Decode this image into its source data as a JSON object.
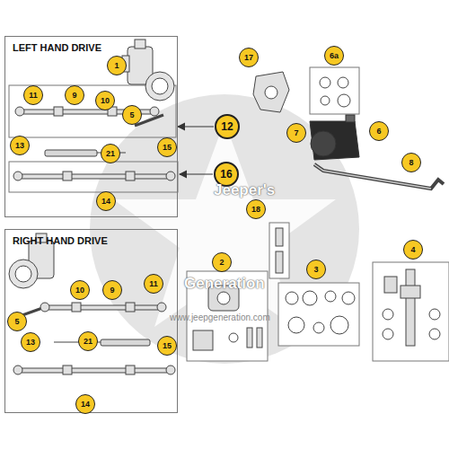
{
  "diagram": {
    "nodes": [
      {
        "text": [
          "LEFT HAND DRIVE"
        ]
      },
      {
        "text": [
          "RIGHT HAND DRIVE"
        ]
      }
    ],
    "labels": [
      "1",
      "11",
      "9",
      "10",
      "5",
      "12",
      "13",
      "21",
      "15",
      "16",
      "14",
      "17",
      "6a",
      "7",
      "6",
      "8",
      "18",
      "2",
      "3",
      "4",
      "10",
      "9",
      "11",
      "5",
      "13",
      "21",
      "15",
      "14",
      "Jeeper's",
      "Generation",
      "www.jeepgeneration.com"
    ]
  }
}
